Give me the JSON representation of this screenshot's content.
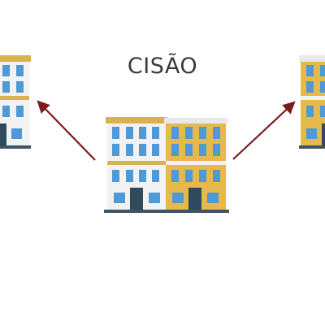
{
  "diagram": {
    "title": "CISÃO",
    "colors": {
      "arrow": "#7a1b1e",
      "building_white_wall": "#f2f2f2",
      "building_yellow_wall": "#e7b94b",
      "roof_trim": "#d8b24a",
      "window": "#4f9ad6",
      "door": "#2f4a5a",
      "ground": "#3b5566"
    },
    "nodes": [
      {
        "id": "original",
        "icon": "two-buildings-icon"
      },
      {
        "id": "left-result",
        "icon": "white-building-icon"
      },
      {
        "id": "right-result",
        "icon": "yellow-building-icon"
      }
    ],
    "edges": [
      {
        "from": "original",
        "to": "left-result"
      },
      {
        "from": "original",
        "to": "right-result"
      }
    ]
  }
}
